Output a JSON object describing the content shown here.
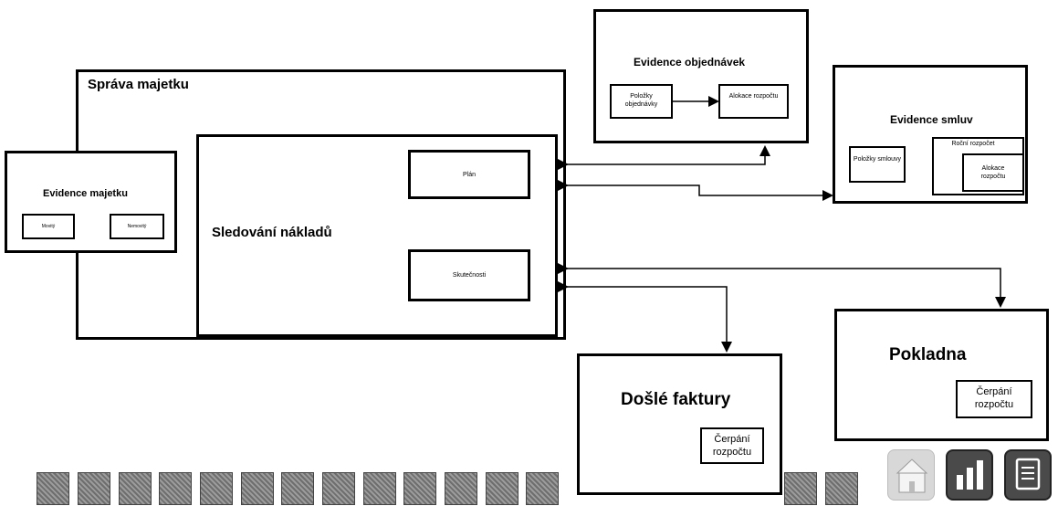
{
  "header": {
    "title_fragment": ""
  },
  "sprava": {
    "title": "Správa majetku"
  },
  "evidence_majetku": {
    "title": "Evidence majetku",
    "left_label": "Movitý",
    "right_label": "Nemovitý"
  },
  "sledovani": {
    "title": "Sledování nákladů",
    "plan": "Plán",
    "skutecnost": "Skutečnosti"
  },
  "objednavky": {
    "title": "Evidence objednávek",
    "polozky": "Položky objednávky",
    "alokace": "Alokace rozpočtu"
  },
  "smlouvy": {
    "title": "Evidence smluv",
    "polozky": "Položky smlouvy",
    "rocni": "Roční rozpočet",
    "alokace": "Alokace rozpočtu"
  },
  "faktury": {
    "title": "Došlé faktury",
    "cerpani": "Čerpání rozpočtu"
  },
  "pokladna": {
    "title": "Pokladna",
    "cerpani": "Čerpání rozpočtu"
  },
  "icons": [
    "building-icon",
    "bar-chart-icon",
    "document-icon"
  ]
}
